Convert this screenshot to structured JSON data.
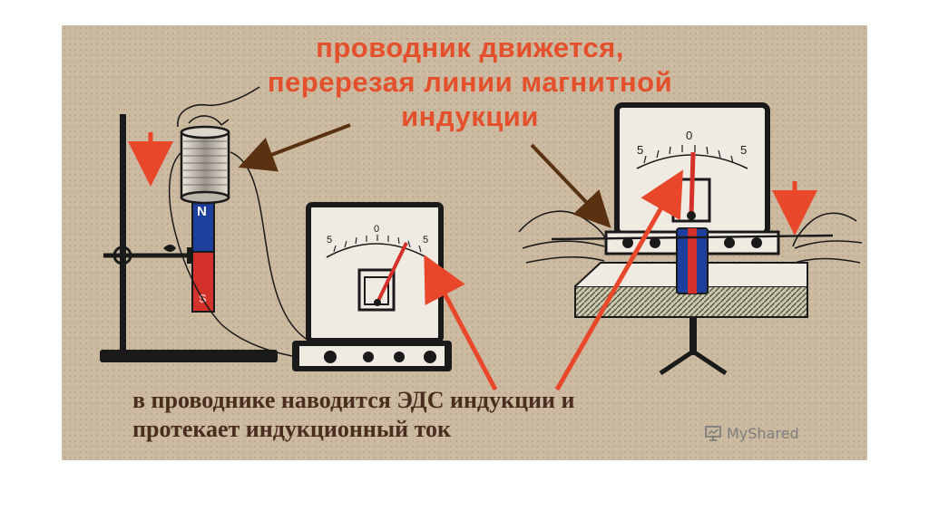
{
  "slide": {
    "headline_lines": [
      "проводник движется,",
      "перерезая линии магнитной",
      "индукции"
    ],
    "caption_lines": [
      "в проводнике наводится ЭДС индукции и",
      "протекает индукционный ток"
    ],
    "magnet_labels": {
      "north": "N",
      "south": "S"
    },
    "meter_left_scale": [
      "5",
      "0",
      "5"
    ],
    "meter_right_scale": [
      "5",
      "0",
      "5"
    ],
    "watermark": "MyShared",
    "watermark_icon": "presentation-board-icon",
    "colors": {
      "background": "#cbb9a0",
      "headline": "#e4502c",
      "caption": "#4a2d1e",
      "arrow_red": "#e8472a",
      "arrow_brown": "#5a3212"
    }
  }
}
